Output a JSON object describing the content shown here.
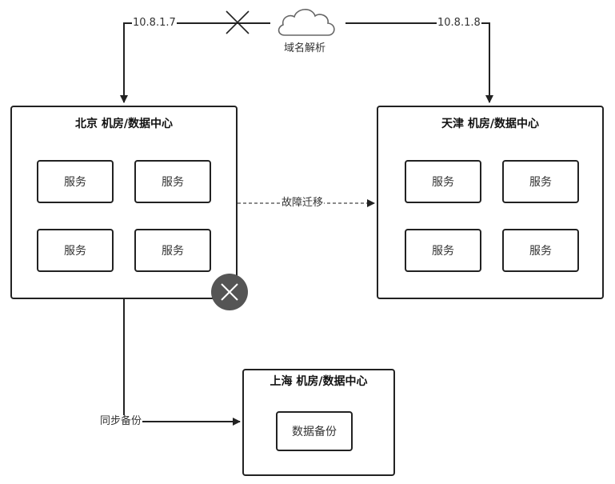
{
  "links": {
    "ip_beijing": "10.8.1.7",
    "ip_tianjin": "10.8.1.8",
    "dns_label": "域名解析",
    "failover_label": "故障迁移",
    "sync_label": "同步备份"
  },
  "datacenters": {
    "beijing": {
      "title": "北京 机房/数据中心",
      "services": [
        "服务",
        "服务",
        "服务",
        "服务"
      ],
      "status": "failed"
    },
    "tianjin": {
      "title": "天津 机房/数据中心",
      "services": [
        "服务",
        "服务",
        "服务",
        "服务"
      ]
    },
    "shanghai": {
      "title": "上海 机房/数据中心",
      "backup": "数据备份"
    }
  },
  "colors": {
    "line": "#222222",
    "dashed": "#444444",
    "cloud_stroke": "#666666",
    "fail_badge": "#555555"
  },
  "icons": {
    "cloud": "cloud-icon",
    "broken_link": "cross-icon",
    "failure": "x-circle-icon"
  }
}
